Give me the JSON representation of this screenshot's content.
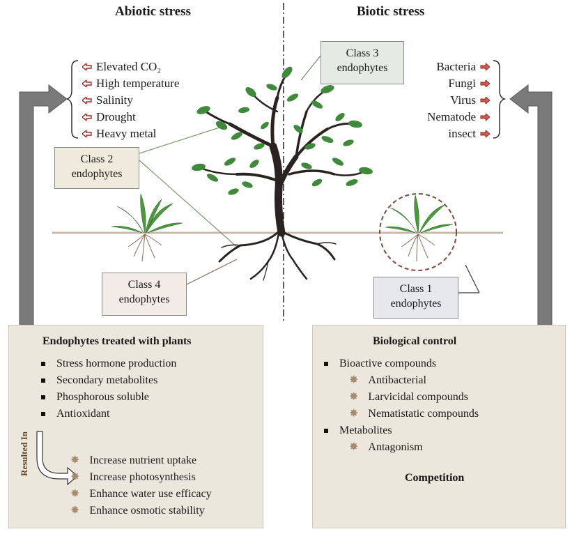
{
  "abiotic": {
    "heading": "Abiotic stress",
    "items": [
      "Elevated CO₂",
      "High temperature",
      "Salinity",
      "Drought",
      "Heavy metal"
    ]
  },
  "biotic": {
    "heading": "Biotic stress",
    "items": [
      "Bacteria",
      "Fungi",
      "Virus",
      "Nematode",
      "insect"
    ]
  },
  "classes": {
    "class1": [
      "Class 1",
      "endophytes"
    ],
    "class2": [
      "Class 2",
      "endophytes"
    ],
    "class3": [
      "Class 3",
      "endophytes"
    ],
    "class4": [
      "Class 4",
      "endophytes"
    ]
  },
  "left_panel": {
    "title": "Endophytes treated with plants",
    "bullets": [
      "Stress hormone production",
      "Secondary metabolites",
      "Phosphorous soluble",
      "Antioxidant"
    ],
    "resulted_in": "Resulted In",
    "results": [
      "Increase nutrient uptake",
      "Increase photosynthesis",
      "Enhance water use efficacy",
      "Enhance osmotic stability"
    ]
  },
  "right_panel": {
    "title": "Biological control",
    "bioactive": "Bioactive compounds",
    "bioactive_items": [
      "Antibacterial",
      "Larvicidal compounds",
      "Nematistatic compounds"
    ],
    "metabolites": "Metabolites",
    "metabolite_items": [
      "Antagonism"
    ],
    "competition": "Competition"
  },
  "colors": {
    "panel_bg": "#ece7dd",
    "class1_bg": "#e7e8ec",
    "class2_bg": "#efeadb",
    "class3_bg": "#e4ebe2",
    "class4_bg": "#f3ebe6",
    "arrow_gray": "#7a7a7a",
    "leaf_green": "#3e8a3a",
    "trunk": "#2a2320",
    "badge_red": "#9a2b22",
    "star": "#a58b6c"
  }
}
